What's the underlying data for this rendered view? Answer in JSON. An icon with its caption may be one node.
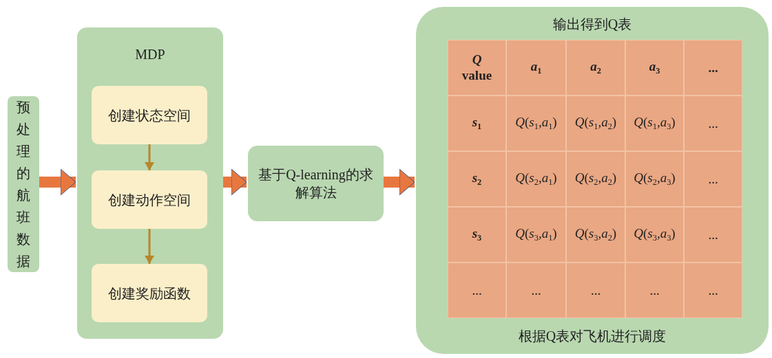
{
  "diagram": {
    "nodes": [
      {
        "text": [
          "预处理的航班数据"
        ]
      },
      {
        "text": [
          "MDP"
        ]
      },
      {
        "text": [
          "创建状态空间"
        ],
        "in": 1
      },
      {
        "text": [
          "创建动作空间"
        ],
        "in": 1
      },
      {
        "text": [
          "创建奖励函数"
        ],
        "in": 1
      },
      {
        "text": [
          "基于Q-learning的求解算法"
        ]
      },
      {
        "text": [
          "输出得到Q表",
          "根据Q表对飞机进行调度"
        ]
      }
    ],
    "edges": [
      {
        "from": 0,
        "to": 1,
        "arrow": "to"
      },
      {
        "from": 2,
        "to": 3,
        "arrow": "to",
        "color": "#b8862a"
      },
      {
        "from": 3,
        "to": 4,
        "arrow": "to",
        "color": "#b8862a"
      },
      {
        "from": 1,
        "to": 5,
        "arrow": "to"
      },
      {
        "from": 5,
        "to": 6,
        "arrow": "to"
      }
    ],
    "labels": [
      "*Q* value",
      "*a*$_{1}$",
      "*a*$_{2}$",
      "*a*$_{3}$",
      "...",
      "*s*$_{1}$",
      "*Q*(*s*$_{1}$,*a*$_{1}$)",
      "*Q*(*s*$_{1}$,*a*$_{2}$)",
      "*Q*(*s*$_{1}$,*a*$_{3}$)",
      "...",
      "*s*$_{2}$",
      "*Q*(*s*$_{2}$,*a*$_{1}$)",
      "*Q*(*s*$_{2}$,*a*$_{2}$)",
      "*Q*(*s*$_{2}$,*a*$_{3}$)",
      "...",
      "*s*$_{3}$",
      "*Q*(*s*$_{3}$,*a*$_{1}$)",
      "*Q*(*s*$_{3}$,*a*$_{2}$)",
      "*Q*(*s*$_{3}$,*a*$_{3}$)",
      "...",
      "...",
      "...",
      "...",
      "...",
      "..."
    ]
  }
}
